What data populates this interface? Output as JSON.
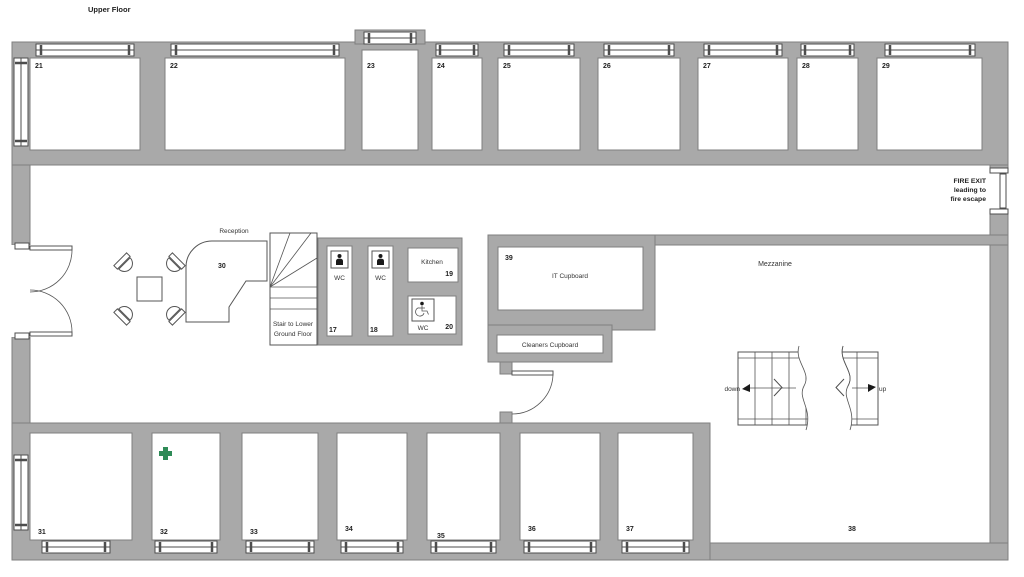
{
  "title": "Upper Floor",
  "colors": {
    "wall": "#a9a9a9",
    "wall_border": "#7f7f7f",
    "first_aid_green": "#2e8b57"
  },
  "top_rooms": [
    {
      "number": "21"
    },
    {
      "number": "22"
    },
    {
      "number": "23"
    },
    {
      "number": "24"
    },
    {
      "number": "25"
    },
    {
      "number": "26"
    },
    {
      "number": "27"
    },
    {
      "number": "28"
    },
    {
      "number": "29"
    }
  ],
  "bottom_rooms": [
    {
      "number": "31"
    },
    {
      "number": "32"
    },
    {
      "number": "33"
    },
    {
      "number": "34"
    },
    {
      "number": "35"
    },
    {
      "number": "36"
    },
    {
      "number": "37"
    }
  ],
  "reception": {
    "label": "Reception",
    "number": "30"
  },
  "stair_lower": {
    "line1": "Stair to Lower",
    "line2": "Ground Floor"
  },
  "wc17": {
    "label": "WC",
    "number": "17"
  },
  "wc18": {
    "label": "WC",
    "number": "18"
  },
  "kitchen": {
    "label": "Kitchen",
    "number": "19"
  },
  "wc20": {
    "label": "WC",
    "number": "20"
  },
  "it_cupboard": {
    "label": "IT Cupboard",
    "number": "39"
  },
  "cleaners": {
    "label": "Cleaners Cupboard"
  },
  "mezzanine": {
    "label": "Mezzanine",
    "number": "38"
  },
  "main_stairs": {
    "down": "down",
    "up": "up"
  },
  "fire_exit": {
    "line1": "FIRE EXIT",
    "line2": "leading to",
    "line3": "fire escape"
  }
}
